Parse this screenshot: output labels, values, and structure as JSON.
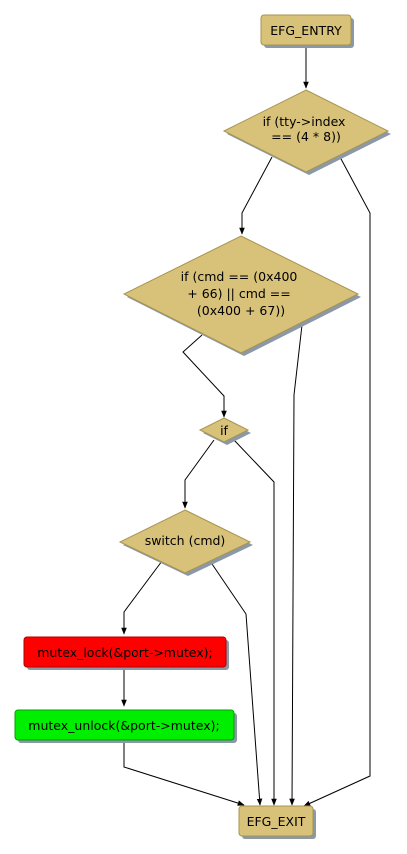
{
  "nodes": {
    "entry": {
      "label": [
        "EFG_ENTRY"
      ]
    },
    "tty_check": {
      "label": [
        "if (tty->index",
        "== (4 * 8))"
      ]
    },
    "cmd_check": {
      "label": [
        "if (cmd == (0x400",
        "+ 66) || cmd ==",
        "(0x400 + 67))"
      ]
    },
    "if_small": {
      "label": [
        "if"
      ]
    },
    "switch_cmd": {
      "label": [
        "switch (cmd)"
      ]
    },
    "mutex_lock": {
      "label": [
        "mutex_lock(&port->mutex);"
      ],
      "color": "#ff0000"
    },
    "mutex_unlock": {
      "label": [
        "mutex_unlock(&port->mutex);"
      ],
      "color": "#00ee00"
    },
    "exit": {
      "label": [
        "EFG_EXIT"
      ]
    }
  },
  "colors": {
    "node_fill": "#d8c27a",
    "node_stroke": "#a89450",
    "shadow": "#8a98a8"
  }
}
